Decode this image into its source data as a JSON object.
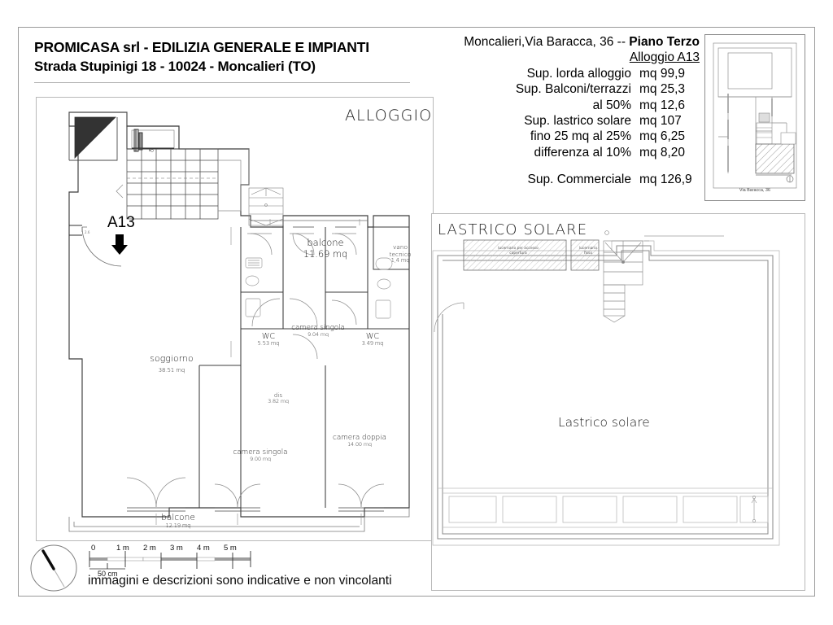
{
  "document": {
    "company_line1": "PROMICASA srl - EDILIZIA GENERALE E IMPIANTI",
    "company_line2": "Strada Stupinigi 18 - 10024 - Moncalieri (TO)",
    "disclaimer": "immagini e descrizioni sono indicative e non vincolanti"
  },
  "title_block": {
    "address": "Moncalieri,Via Baracca, 36 -- ",
    "floor": "Piano Terzo",
    "unit": "Alloggio A13",
    "rows": [
      {
        "label": "Sup. lorda alloggio",
        "value": "mq 99,9"
      },
      {
        "label": "Sup. Balconi/terrazzi",
        "value": "mq 25,3"
      },
      {
        "label": "al 50%",
        "value": "mq 12,6"
      },
      {
        "label": "Sup. lastrico solare",
        "value": "mq 107"
      },
      {
        "label": "fino 25 mq al 25%",
        "value": "mq 6,25"
      },
      {
        "label": "differenza al 10%",
        "value": "mq 8,20"
      }
    ],
    "total_label": "Sup. Commerciale",
    "total_value": "mq 126,9"
  },
  "keyplan": {
    "caption": "Via Baracca, 36"
  },
  "panels": {
    "left_title": "ALLOGGIO",
    "right_title": "LASTRICO SOLARE",
    "right_main_label": "Lastrico solare"
  },
  "unit": {
    "code": "A13"
  },
  "rooms": [
    {
      "name": "balcone",
      "area": "11.69 mq"
    },
    {
      "name": "vano\ntecnico",
      "area": "1,4 mq"
    },
    {
      "name": "WC",
      "area": "5.53 mq"
    },
    {
      "name": "camera singola",
      "area": "9.04 mq"
    },
    {
      "name": "WC",
      "area": "3.49 mq"
    },
    {
      "name": "soggiorno",
      "area": "38.51 mq"
    },
    {
      "name": "dis",
      "area": "3.82 mq"
    },
    {
      "name": "camera singola",
      "area": "9.00 mq"
    },
    {
      "name": "camera doppia",
      "area": "14.00 mq"
    },
    {
      "name": "balcone",
      "area": "12.19 mq"
    }
  ],
  "roof_features": [
    {
      "label": "lucernario per accesso\ncopertura"
    },
    {
      "label": "lucernario\nfisso"
    }
  ],
  "scale": {
    "ticks": [
      "0",
      "1 m",
      "2 m",
      "3 m",
      "4 m",
      "5 m"
    ],
    "sub_label": "50 cm"
  },
  "colors": {
    "ink": "#000000",
    "wall": "#3c3c3c",
    "thin": "#9a9a9a",
    "frame": "#b9b9b9"
  }
}
